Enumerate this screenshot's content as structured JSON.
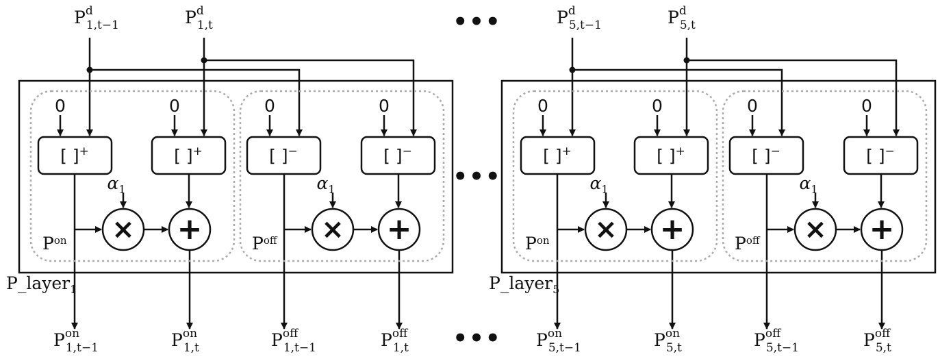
{
  "ellipsis": "•••",
  "top_inputs": [
    {
      "base": "P",
      "sup": "d",
      "sub": "1,t−1"
    },
    {
      "base": "P",
      "sup": "d",
      "sub": "1,t"
    },
    {
      "base": "P",
      "sup": "d",
      "sub": "5,t−1"
    },
    {
      "base": "P",
      "sup": "d",
      "sub": "5,t"
    }
  ],
  "zero_label": "0",
  "alpha": {
    "symbol": "α",
    "sub": "1"
  },
  "op_multiply": "×",
  "op_add": "+",
  "layers": [
    {
      "label_base": "P_layer",
      "label_sub": "1",
      "groups": [
        {
          "label_base": "P",
          "label_sup": "on",
          "clip_sign": "+"
        },
        {
          "label_base": "P",
          "label_sup": "off",
          "clip_sign": "−"
        }
      ]
    },
    {
      "label_base": "P_layer",
      "label_sub": "5",
      "groups": [
        {
          "label_base": "P",
          "label_sup": "on",
          "clip_sign": "+"
        },
        {
          "label_base": "P",
          "label_sup": "off",
          "clip_sign": "−"
        }
      ]
    }
  ],
  "clip_bracket": "[ ]",
  "bottom_outputs": [
    {
      "base": "P",
      "sup": "on",
      "sub": "1,t−1"
    },
    {
      "base": "P",
      "sup": "on",
      "sub": "1,t"
    },
    {
      "base": "P",
      "sup": "off",
      "sub": "1,t−1"
    },
    {
      "base": "P",
      "sup": "off",
      "sub": "1,t"
    },
    {
      "base": "P",
      "sup": "on",
      "sub": "5,t−1"
    },
    {
      "base": "P",
      "sup": "on",
      "sub": "5,t"
    },
    {
      "base": "P",
      "sup": "off",
      "sub": "5,t−1"
    },
    {
      "base": "P",
      "sup": "off",
      "sub": "5,t"
    }
  ]
}
